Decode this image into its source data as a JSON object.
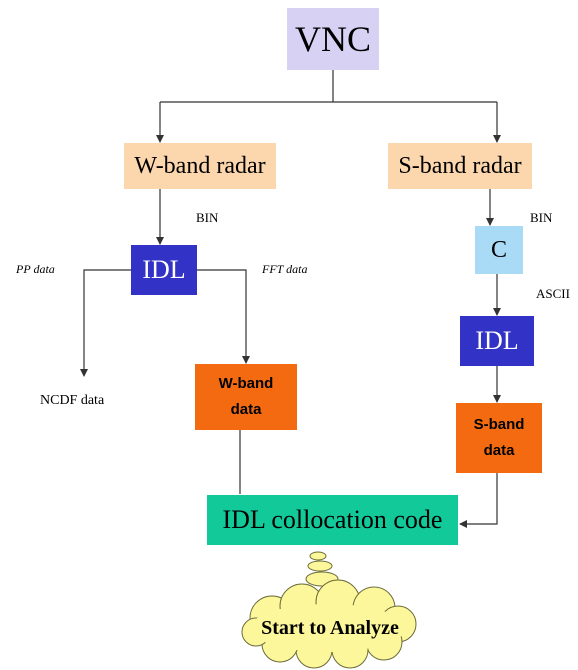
{
  "diagram": {
    "nodes": {
      "vnc": "VNC",
      "wband_radar": "W-band radar",
      "sband_radar": "S-band radar",
      "idl_w": "IDL",
      "c": "C",
      "idl_s": "IDL",
      "wband_data": [
        "W-band",
        "data"
      ],
      "sband_data": [
        "S-band",
        "data"
      ],
      "collocation": "IDL collocation code",
      "start": "Start to Analyze"
    },
    "labels": {
      "bin_w": "BIN",
      "bin_s": "BIN",
      "pp_data": "PP data",
      "fft_data": "FFT data",
      "ascii": "ASCII",
      "ncdf_data": "NCDF data"
    },
    "colors": {
      "vnc": "#d7d2f3",
      "radar": "#fcd6ad",
      "idl": "#3232c7",
      "c": "#a9daf6",
      "band_data": "#f46a11",
      "collocation": "#12c99a",
      "cloud": "#fcf79a",
      "line": "#333333"
    }
  }
}
